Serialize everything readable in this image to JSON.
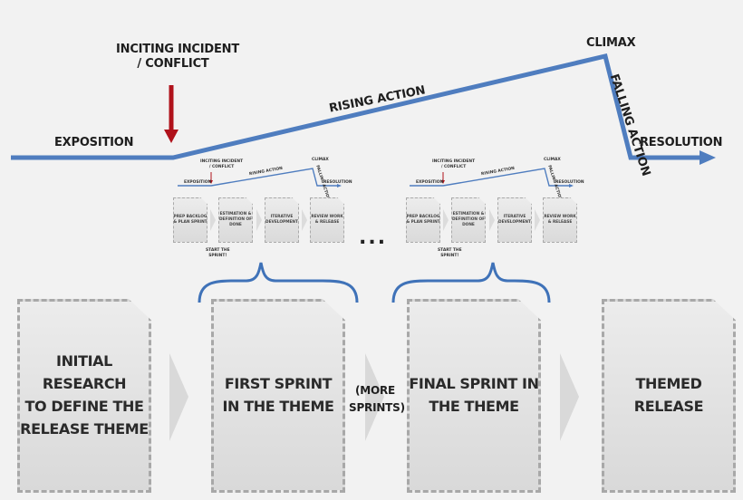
{
  "arc": {
    "exposition": "EXPOSITION",
    "inciting_line1": "INCITING INCIDENT",
    "inciting_line2": "/ CONFLICT",
    "rising": "RISING ACTION",
    "climax": "CLIMAX",
    "falling": "FALLING ACTION",
    "resolution": "RESOLUTION"
  },
  "mini_arc": {
    "exposition": "EXPOSITION",
    "inciting_line1": "INCITING INCIDENT",
    "inciting_line2": "/ CONFLICT",
    "rising": "RISING ACTION",
    "climax": "CLIMAX",
    "falling": "FALLING ACTION",
    "resolution": "RESOLUTION"
  },
  "mini_steps": [
    {
      "line1": "PREP BACKLOG",
      "line2": "& PLAN SPRINT"
    },
    {
      "line1": "ESTIMATION &",
      "line2": "DEFINITION OF",
      "line3": "DONE"
    },
    {
      "line1": "ITERATIVE",
      "line2": "DEVELOPMENT"
    },
    {
      "line1": "REVIEW WORK",
      "line2": "& RELEASE"
    }
  ],
  "start_sprint": {
    "line1": "START THE",
    "line2": "SPRINT!"
  },
  "ellipsis": "...",
  "phases": [
    {
      "line1": "INITIAL",
      "line2": "RESEARCH",
      "line3": "TO DEFINE THE",
      "line4": "RELEASE THEME"
    },
    {
      "line1": "FIRST SPRINT",
      "line2": "IN THE THEME"
    },
    {
      "line1": "FINAL SPRINT IN",
      "line2": "THE THEME"
    },
    {
      "line1": "THEMED",
      "line2": "RELEASE"
    }
  ],
  "more_sprints": {
    "line1": "(MORE",
    "line2": "SPRINTS)"
  },
  "colors": {
    "arc": "#4f7dbf",
    "inciting_arrow": "#b0121b",
    "brace": "#3f72b8",
    "chevron": "#d9d9d9"
  }
}
